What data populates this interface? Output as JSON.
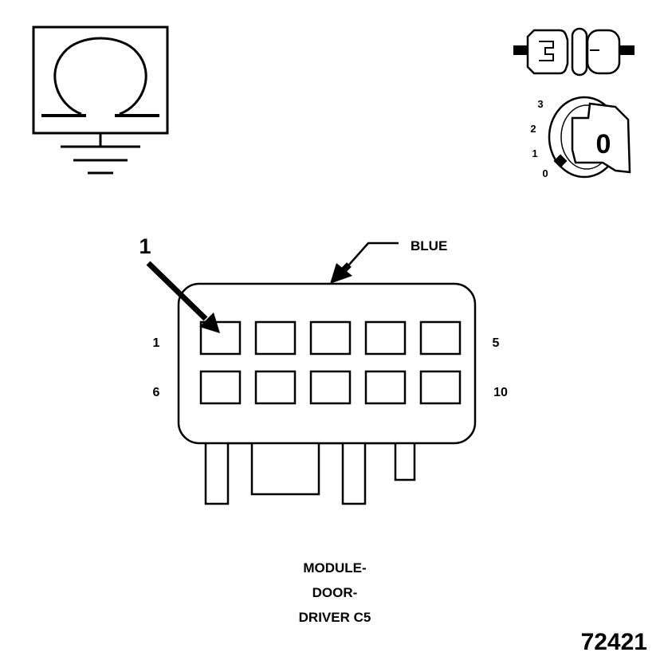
{
  "ohmmeter_icon": {
    "symbol": "Ω",
    "icon": "ohmmeter-ground-icon"
  },
  "connector_icon": {
    "icon": "disconnected-connector-icon"
  },
  "ignition_icon": {
    "icon": "ignition-key-icon",
    "positions": [
      "3",
      "2",
      "1",
      "0"
    ],
    "key_position": "0"
  },
  "callout": {
    "number": "1"
  },
  "connector": {
    "color_label": "BLUE",
    "pin_label_top_left": "1",
    "pin_label_top_right": "5",
    "pin_label_bottom_left": "6",
    "pin_label_bottom_right": "10",
    "pin_count": 10
  },
  "caption": {
    "line1": "MODULE-",
    "line2": "DOOR-",
    "line3": "DRIVER C5"
  },
  "figure_number": "72421"
}
